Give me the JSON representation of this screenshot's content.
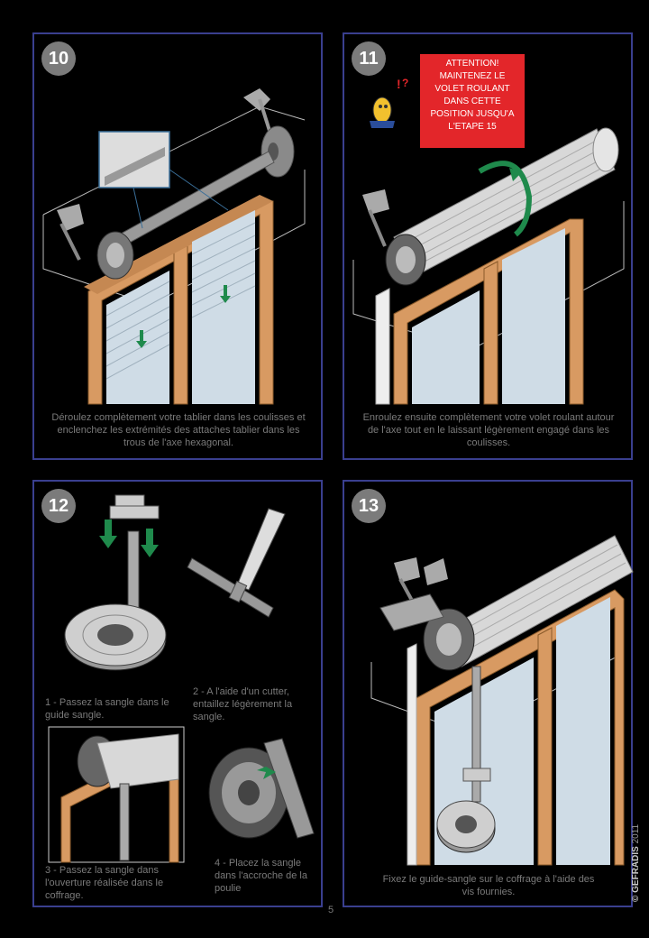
{
  "steps": [
    {
      "number": "10",
      "caption": "Déroulez complètement votre tablier dans les coulisses et enclenchez les extrémités des attaches tablier dans les trous de l'axe hexagonal."
    },
    {
      "number": "11",
      "caption": "Enroulez ensuite complètement votre volet roulant autour de l'axe tout en le laissant légèrement engagé dans les coulisses.",
      "warning": "ATTENTION! MAINTENEZ LE VOLET ROULANT DANS CETTE POSITION JUSQU'A L'ETAPE 15"
    },
    {
      "number": "12",
      "substeps": [
        {
          "label": "1 - Passez la sangle dans le guide sangle."
        },
        {
          "label": "2 - A l'aide d'un cutter, entaillez légèrement la sangle."
        },
        {
          "label": "3 - Passez la sangle dans l'ouverture réalisée dans le coffrage."
        },
        {
          "label": "4 - Placez la sangle dans l'accroche de la poulie"
        }
      ]
    },
    {
      "number": "13",
      "caption": "Fixez le guide-sangle sur le coffrage à l'aide des vis fournies."
    }
  ],
  "page_number": "5",
  "copyright": {
    "brand": "© GEFRADIS",
    "year": "2011"
  },
  "colors": {
    "panel_border": "#3a3f8f",
    "badge": "#7b7b7b",
    "wood": "#d89a62",
    "warning": "#e3262a",
    "arrow_green": "#1f8a4c"
  }
}
